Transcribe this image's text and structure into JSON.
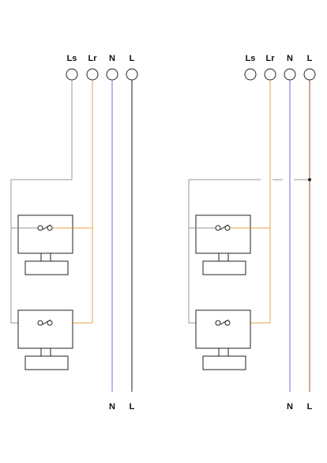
{
  "colors": {
    "grey": "#9a9a9a",
    "orange": "#e8a04a",
    "blue": "#6f6fd8",
    "brown": "#a0522d",
    "black": "#222222"
  },
  "left_panel": {
    "top_labels": [
      "Ls",
      "Lr",
      "N",
      "L"
    ],
    "bottom_labels": [
      "N",
      "L"
    ]
  },
  "right_panel": {
    "top_labels": [
      "Ls",
      "Lr",
      "N",
      "L"
    ],
    "bottom_labels": [
      "N",
      "L"
    ]
  }
}
